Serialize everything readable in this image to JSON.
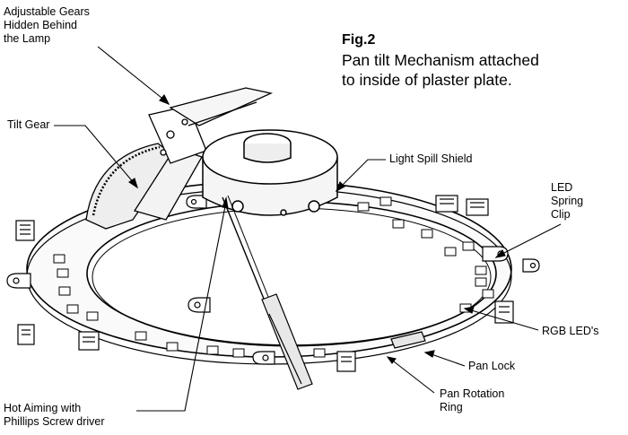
{
  "figure": {
    "title": "Fig.2",
    "description": [
      "Pan tilt Mechanism attached",
      "to inside of plaster plate."
    ]
  },
  "callouts": {
    "adjustable_gears": [
      "Adjustable Gears",
      "Hidden Behind",
      "the Lamp"
    ],
    "tilt_gear": "Tilt Gear",
    "light_spill_shield": "Light Spill Shield",
    "led_spring_clip": [
      "LED",
      "Spring",
      "Clip"
    ],
    "rgb_leds": "RGB LED's",
    "pan_lock": "Pan Lock",
    "pan_rotation_ring": [
      "Pan Rotation",
      "Ring"
    ],
    "hot_aiming": [
      "Hot Aiming with",
      "Phillips Screw driver"
    ]
  },
  "colors": {
    "ink": "#000000",
    "paper": "#ffffff",
    "shade": "#d9d9d9"
  }
}
